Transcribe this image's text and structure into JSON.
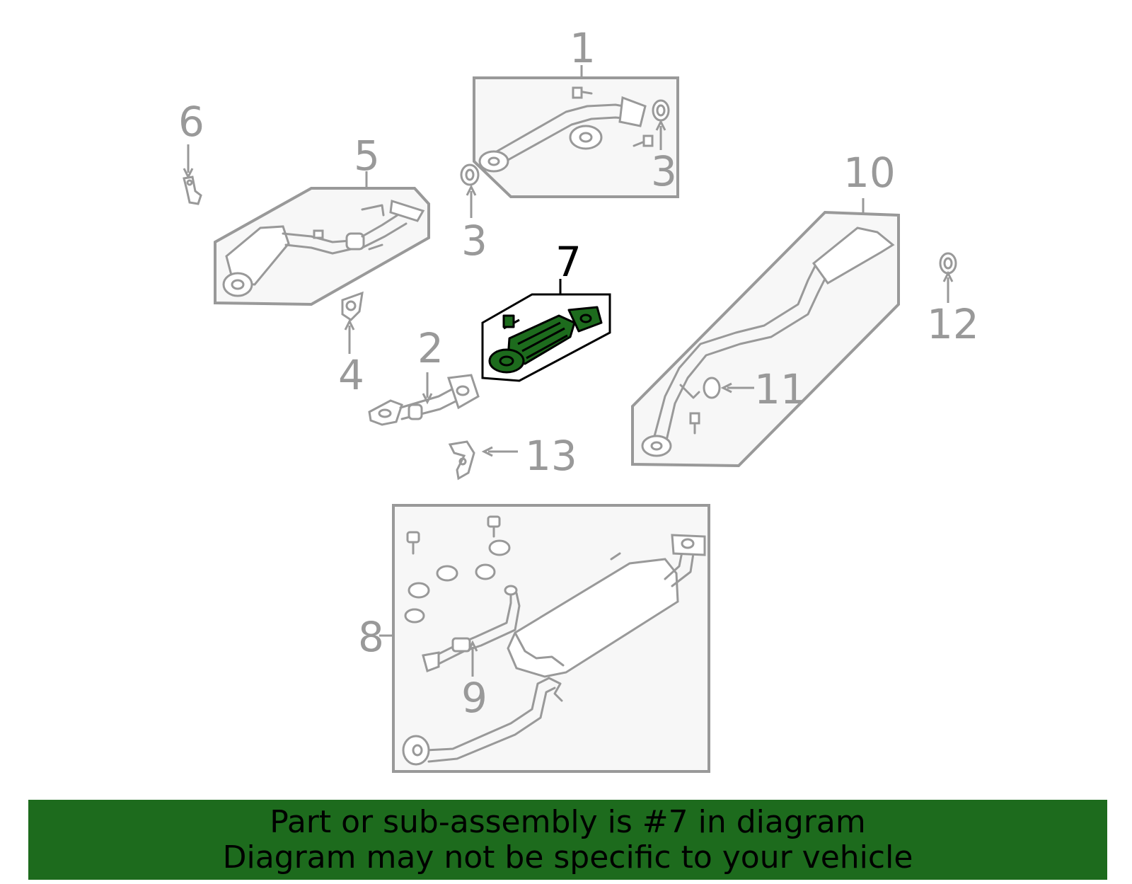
{
  "callouts": {
    "c1": "1",
    "c2": "2",
    "c3a": "3",
    "c3b": "3",
    "c4": "4",
    "c5": "5",
    "c6": "6",
    "c7": "7",
    "c8": "8",
    "c9": "9",
    "c10": "10",
    "c11": "11",
    "c12": "12",
    "c13": "13"
  },
  "selected_part": "7",
  "colors": {
    "banner": "#1d6b1d",
    "highlight": "#1d6b1d",
    "part_line": "#999999",
    "panel_fill": "#f7f7f7"
  },
  "banner": {
    "line1": "Part or sub-assembly is #7 in diagram",
    "line2": "Diagram may not be specific to your vehicle"
  }
}
